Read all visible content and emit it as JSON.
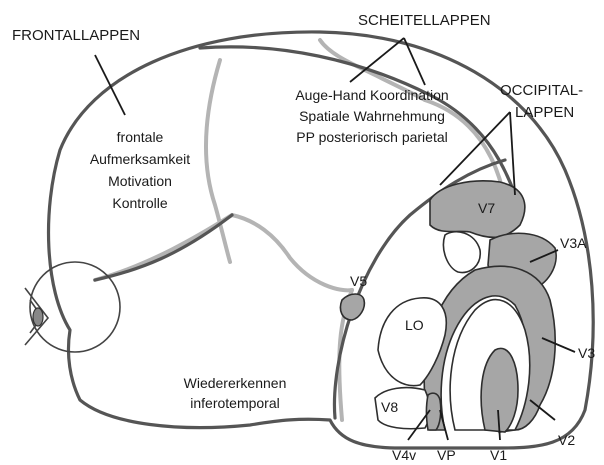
{
  "lobes": {
    "frontal": "FRONTALLAPPEN",
    "parietal": "SCHEITELLAPPEN",
    "occipital_line1": "OCCIPITAL-",
    "occipital_line2": "LAPPEN"
  },
  "frontal_functions": [
    "frontale",
    "Aufmerksamkeit",
    "Motivation",
    "Kontrolle"
  ],
  "parietal_functions": [
    "Auge-Hand Koordination",
    "Spatiale Wahrnehmung",
    "PP posteriorisch parietal"
  ],
  "inferotemporal": [
    "Wiedererkennen",
    "inferotemporal"
  ],
  "areas": {
    "v1": "V1",
    "v2": "V2",
    "v3": "V3",
    "v3a": "V3A",
    "v4v": "V4v",
    "v5": "V5",
    "v7": "V7",
    "v8": "V8",
    "vp": "VP",
    "lo": "LO"
  },
  "colors": {
    "outline": "#555555",
    "sulcus": "#b4b4b4",
    "visual_area_fill": "#a6a6a6"
  }
}
